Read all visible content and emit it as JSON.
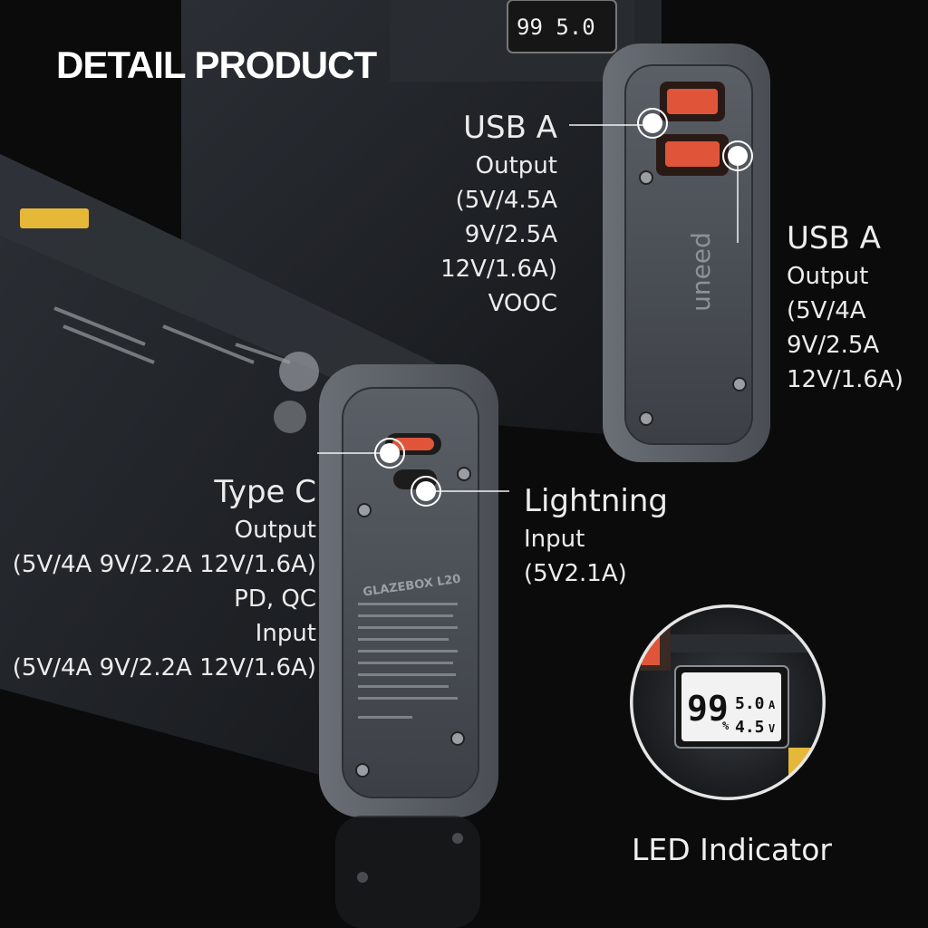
{
  "heading": "DETAIL PRODUCT",
  "callouts": {
    "usb_a_1": {
      "title": "USB A",
      "lines": [
        "Output",
        "(5V/4.5A",
        "9V/2.5A",
        "12V/1.6A)",
        "VOOC"
      ]
    },
    "usb_a_2": {
      "title": "USB A",
      "lines": [
        "Output",
        "(5V/4A",
        "9V/2.5A",
        "12V/1.6A)"
      ]
    },
    "type_c": {
      "title": "Type C",
      "lines": [
        "Output",
        "(5V/4A 9V/2.2A 12V/1.6A)",
        "PD, QC",
        "Input",
        "(5V/4A 9V/2.2A 12V/1.6A)"
      ]
    },
    "lightning": {
      "title": "Lightning",
      "lines": [
        "Input",
        "(5V2.1A)"
      ]
    }
  },
  "led_indicator": "LED Indicator",
  "device": {
    "brand": "uneed",
    "model_label": "GLAZEBOX L20",
    "screen": {
      "percent": "99",
      "percent_unit": "%",
      "current": "5.0",
      "current_unit": "A",
      "voltage": "4.5",
      "voltage_unit": "V"
    }
  },
  "colors": {
    "background": "#0b0b0c",
    "panel": "#4a4f56",
    "port_orange": "#e0553a",
    "accent_yellow": "#e5b83a"
  }
}
